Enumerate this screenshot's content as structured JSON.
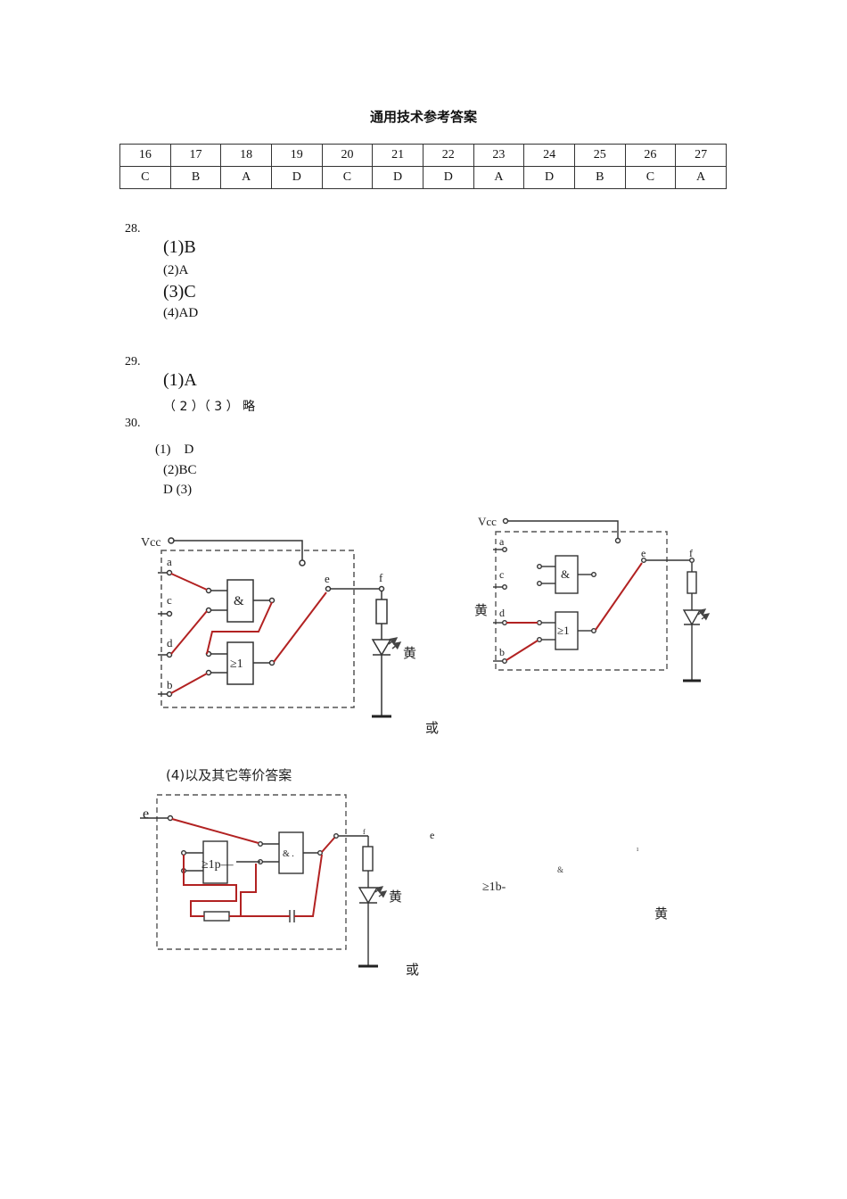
{
  "title": "通用技术参考答案",
  "answer_table": {
    "numbers": [
      "16",
      "17",
      "18",
      "19",
      "20",
      "21",
      "22",
      "23",
      "24",
      "25",
      "26",
      "27"
    ],
    "answers": [
      "C",
      "B",
      "A",
      "D",
      "C",
      "D",
      "D",
      "A",
      "D",
      "B",
      "C",
      "A"
    ]
  },
  "q28": {
    "num": "28.",
    "a1": "(1)B",
    "a2": "(2)A",
    "a3": "(3)C",
    "a4": "(4)AD"
  },
  "q29": {
    "num": "29.",
    "a1": "(1)A",
    "a2": "（ 2 ）（ 3 ） 略"
  },
  "q30": {
    "num": "30.",
    "a1": "(1)　D",
    "a2": "(2)BC",
    "a3": "D (3)"
  },
  "circuit1": {
    "vcc": "Vcc",
    "a": "a",
    "c": "c",
    "d": "d",
    "b": "b",
    "e": "e",
    "f": "f",
    "and_gate": "&",
    "or_gate": "≥1",
    "led": "黄"
  },
  "circuit2": {
    "vcc": "Vcc",
    "a": "a",
    "c": "c",
    "d": "d",
    "b": "b",
    "e": "e",
    "f": "f",
    "and_gate": "&",
    "or_gate": "≥1",
    "led_side": "黄"
  },
  "or1": "或",
  "q4_label": "(4)以及其它等价答案",
  "circuit3": {
    "e": "e",
    "or_gate": "≥1p—",
    "and_gate": "& .",
    "f": "f",
    "led": "黄"
  },
  "or2": "或",
  "fragments": {
    "e": "e",
    "tick": "ı",
    "amp": "&",
    "gate": "≥1b-",
    "led": "黄"
  }
}
